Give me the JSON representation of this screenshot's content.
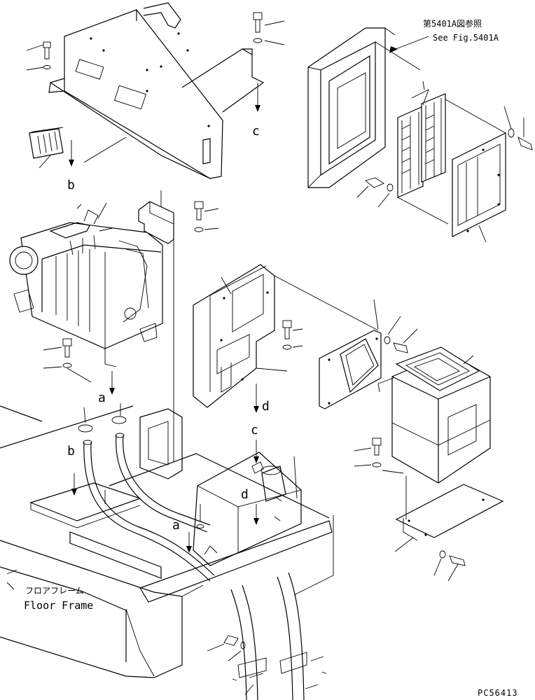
{
  "reference": {
    "jp": "第5401A図参照",
    "en": "See Fig.5401A"
  },
  "floor_frame": {
    "jp": "フロアフレーム",
    "en": "Floor Frame"
  },
  "connection_labels": {
    "a_top": "a",
    "a_bottom": "a",
    "b_top": "b",
    "b_bottom": "b",
    "c_top": "c",
    "c_bottom": "c",
    "d_top": "d",
    "d_bottom": "d"
  },
  "drawing_code": "PC56413"
}
